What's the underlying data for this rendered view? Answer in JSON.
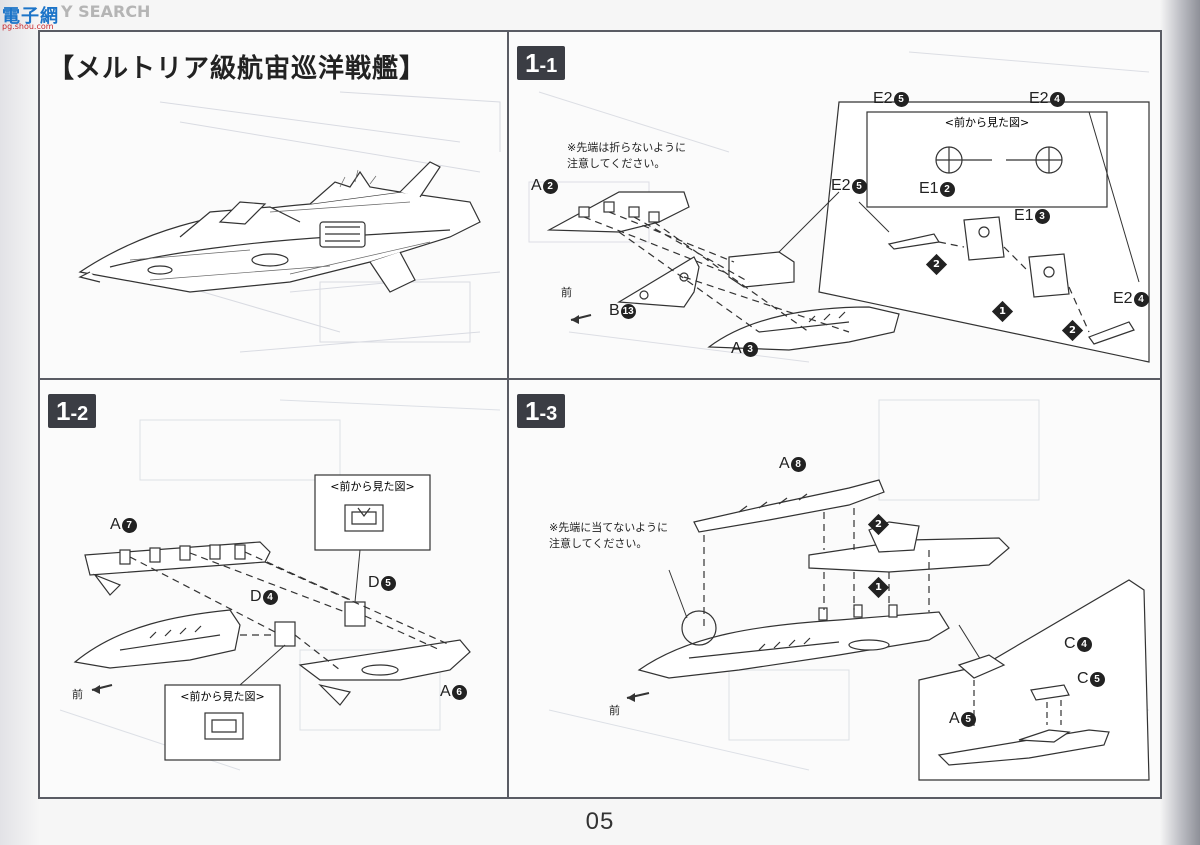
{
  "watermark": {
    "site_name": "電子網",
    "brand": "Y SEARCH",
    "url": "pg.shou.com"
  },
  "page_title": "【メルトリア級航宙巡洋戦艦】",
  "page_number": "05",
  "front_label": "前",
  "front_view_label": "<前から見た図>",
  "steps": [
    {
      "main": "1",
      "sub": "-1"
    },
    {
      "main": "1",
      "sub": "-2"
    },
    {
      "main": "1",
      "sub": "-3"
    }
  ],
  "step1": {
    "note_line1": "※先端は折らないように",
    "note_line2": "注意してください。",
    "parts": {
      "a2": {
        "letter": "A",
        "num": "2"
      },
      "b13": {
        "letter": "B",
        "num": "13"
      },
      "a3": {
        "letter": "A",
        "num": "3"
      },
      "e25_left": {
        "letter": "E2",
        "num": "5"
      },
      "e12": {
        "letter": "E1",
        "num": "2"
      },
      "e13": {
        "letter": "E1",
        "num": "3"
      },
      "e24_right": {
        "letter": "E2",
        "num": "4"
      },
      "e25_top": {
        "letter": "E2",
        "num": "5"
      },
      "e24_top": {
        "letter": "E2",
        "num": "4"
      }
    },
    "order": [
      "2",
      "1",
      "2"
    ]
  },
  "step2": {
    "parts": {
      "a7": {
        "letter": "A",
        "num": "7"
      },
      "d4": {
        "letter": "D",
        "num": "4"
      },
      "d5": {
        "letter": "D",
        "num": "5"
      },
      "a6": {
        "letter": "A",
        "num": "6"
      }
    }
  },
  "step3": {
    "note_line1": "※先端に当てないように",
    "note_line2": "注意してください。",
    "parts": {
      "a8": {
        "letter": "A",
        "num": "8"
      },
      "c4": {
        "letter": "C",
        "num": "4"
      },
      "c5": {
        "letter": "C",
        "num": "5"
      },
      "a5": {
        "letter": "A",
        "num": "5"
      }
    },
    "order": [
      "2",
      "1"
    ]
  }
}
